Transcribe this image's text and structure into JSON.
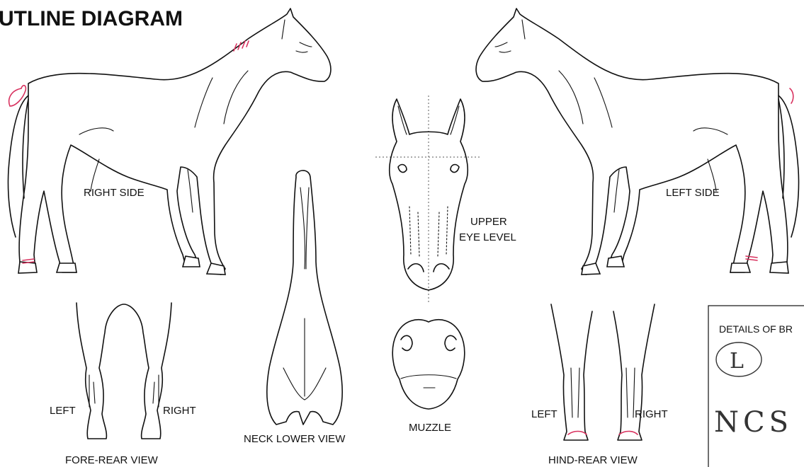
{
  "title": "UTLINE DIAGRAM",
  "views": {
    "right_side": "RIGHT SIDE",
    "left_side": "LEFT SIDE",
    "upper_eye_level_line1": "UPPER",
    "upper_eye_level_line2": "EYE LEVEL",
    "neck_lower_view": "NECK LOWER VIEW",
    "muzzle": "MUZZLE",
    "fore_rear_view": "FORE-REAR VIEW",
    "hind_rear_view": "HIND-REAR VIEW",
    "fore_left": "LEFT",
    "fore_right": "RIGHT",
    "hind_left": "LEFT",
    "hind_right": "RIGHT"
  },
  "details_box": {
    "heading": "DETAILS OF BR",
    "circled_letter": "L",
    "handwriting": "NCS"
  },
  "colors": {
    "outline": "#111111",
    "markings": "#d8325f",
    "guide_lines": "#777777"
  }
}
